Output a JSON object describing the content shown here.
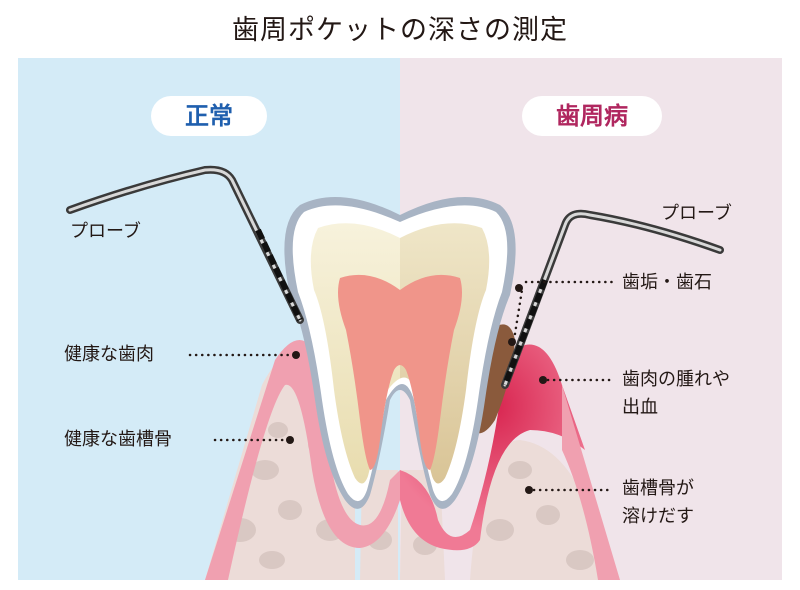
{
  "title": "歯周ポケットの深さの測定",
  "colors": {
    "normal_bg": "#d4ebf7",
    "disease_bg": "#f0e4ea",
    "normal_text": "#1f5fae",
    "disease_text": "#b0275f",
    "gum_healthy": "#f0a0b0",
    "gum_inflamed": "#e24a6c",
    "tartar": "#8a5a3c"
  },
  "panels": {
    "normal": {
      "heading": "正常",
      "probe": "プローブ",
      "gum": "健康な歯肉",
      "bone": "健康な歯槽骨"
    },
    "disease": {
      "heading": "歯周病",
      "probe": "プローブ",
      "plaque": "歯垢・歯石",
      "gum_line1": "歯肉の腫れや",
      "gum_line2": "出血",
      "bone_line1": "歯槽骨が",
      "bone_line2": "溶けだす"
    }
  }
}
